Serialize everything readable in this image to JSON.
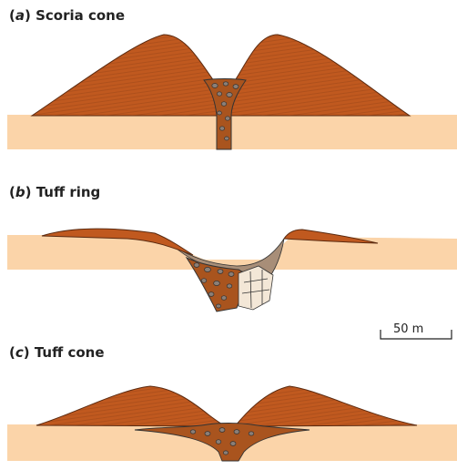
{
  "panels": [
    {
      "letter": "a",
      "name": "Scoria cone"
    },
    {
      "letter": "b",
      "name": "Tuff ring"
    },
    {
      "letter": "c",
      "name": "Tuff cone"
    }
  ],
  "scale_bar": {
    "label": "50 m"
  },
  "colors": {
    "ground": "#fbd4a9",
    "deposit": "#c0591f",
    "deposit_line": "#8a3a14",
    "vent_fill": "#a9541e",
    "clast": "#8b7f77",
    "block": "#f3e7d7",
    "outline": "#333333",
    "crater_fill": "#a88e78"
  }
}
